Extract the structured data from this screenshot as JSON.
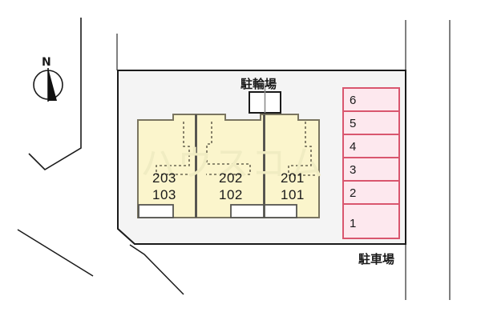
{
  "site": {
    "compass": {
      "label": "N",
      "icon": "compass-north-icon"
    },
    "watermark": "ハウスコム",
    "labels": {
      "bicycle_parking": "駐輪場",
      "car_parking": "駐車場"
    }
  },
  "building": {
    "units": [
      {
        "id": "unit-203-103",
        "upper": "203",
        "lower": "103"
      },
      {
        "id": "unit-202-102",
        "upper": "202",
        "lower": "102"
      },
      {
        "id": "unit-201-101",
        "upper": "201",
        "lower": "101"
      }
    ]
  },
  "parking": {
    "stalls": [
      {
        "number": "6"
      },
      {
        "number": "5"
      },
      {
        "number": "4"
      },
      {
        "number": "3"
      },
      {
        "number": "2"
      },
      {
        "number": "1"
      }
    ]
  },
  "colors": {
    "site_fill": "#f4f4f4",
    "building_fill": "#fbf5cc",
    "building_stroke": "#7a7560",
    "stall_fill": "#fde8ee",
    "stall_stroke": "#d9566e",
    "outline": "#1a1a1a",
    "road_line": "#555555"
  }
}
